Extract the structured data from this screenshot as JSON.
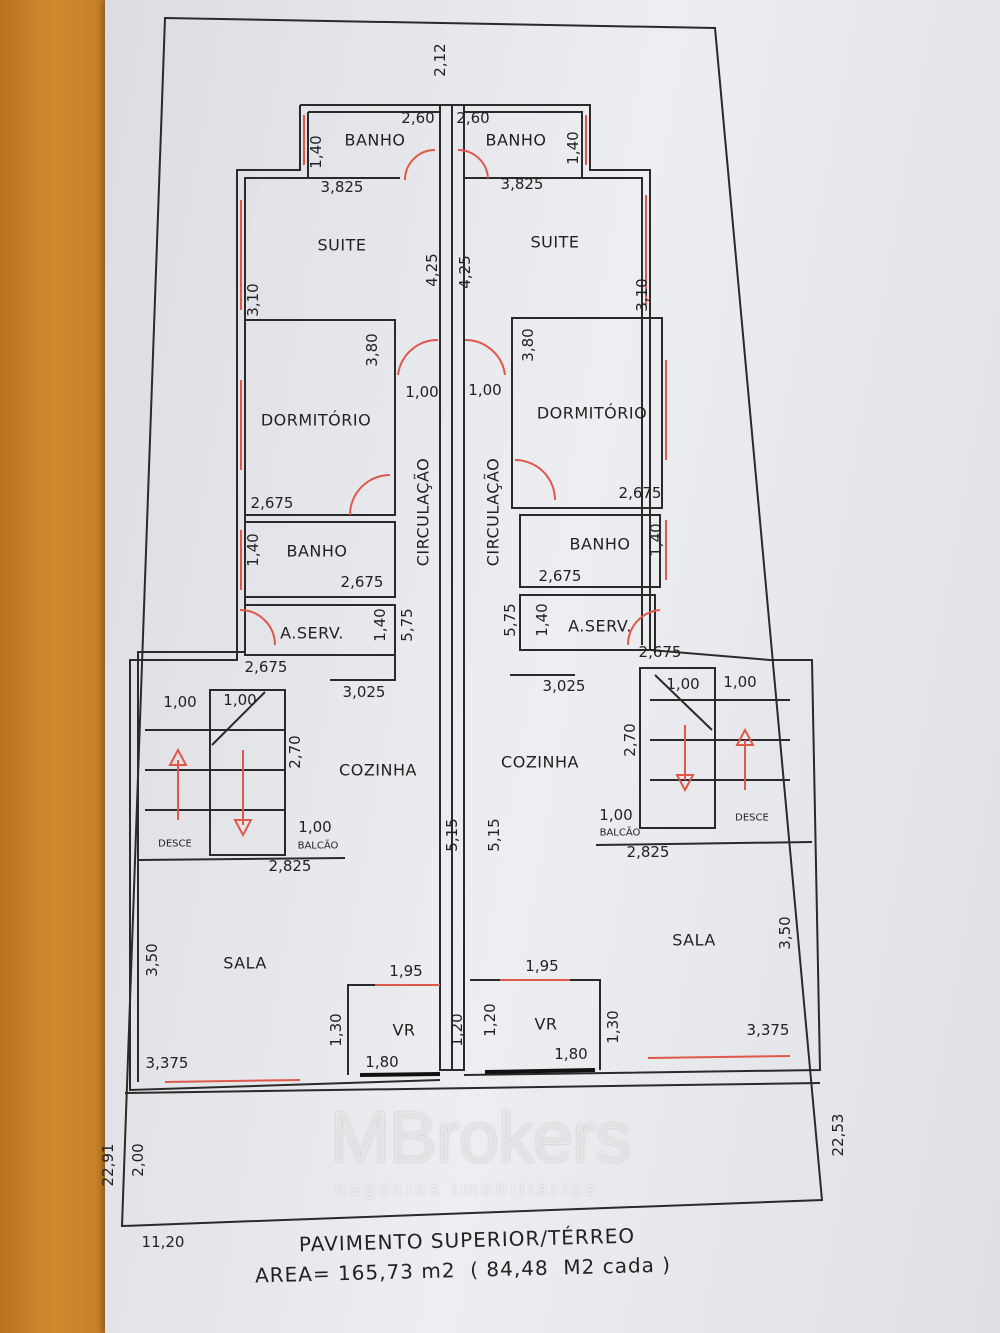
{
  "plan": {
    "top": "2,12",
    "left": {
      "banho_top": "BANHO",
      "w260": "2,60",
      "h140a": "1,40",
      "w3825": "3,825",
      "suite": "SUITE",
      "h425": "4,25",
      "h310": "3,10",
      "h380": "3,80",
      "w100": "1,00",
      "dorm": "DORMITÓRIO",
      "w2675a": "2,675",
      "circ": "CIRCULAÇÃO",
      "h140b": "1,40",
      "banho": "BANHO",
      "w2675b": "2,675",
      "h140c": "1,40",
      "h575": "5,75",
      "aserv": "A.SERV.",
      "w2675c": "2,675",
      "w3025": "3,025",
      "s100a": "1,00",
      "s100b": "1,00",
      "h270": "2,70",
      "cozinha": "COZINHA",
      "b100": "1,00",
      "balcao": "BALCÃO",
      "desce": "DESCE",
      "w2825": "2,825",
      "h515": "5,15",
      "h350": "3,50",
      "sala": "SALA",
      "w195": "1,95",
      "h120": "1,20",
      "h130": "1,30",
      "vr": "VR",
      "w3375": "3,375",
      "w180": "1,80",
      "h2291": "22,91",
      "h200": "2,00",
      "w1120": "11,20"
    },
    "right": {
      "banho_top": "BANHO",
      "w260": "2,60",
      "h140a": "1,40",
      "w3825": "3,825",
      "suite": "SUITE",
      "h425": "4,25",
      "h310": "3,10",
      "h380": "3,80",
      "w100": "1,00",
      "dorm": "DORMITÓRIO",
      "w2675a": "2,675",
      "circ": "CIRCULAÇÃO",
      "h140b": "1,40",
      "banho": "BANHO",
      "w2675b": "2,675",
      "h140c": "1,40",
      "h575": "5,75",
      "aserv": "A.SERV.",
      "w2675c": "2,675",
      "w3025": "3,025",
      "s100a": "1,00",
      "s100b": "1,00",
      "h270": "2,70",
      "cozinha": "COZINHA",
      "b100": "1,00",
      "balcao": "BALCÃO",
      "desce": "DESCE",
      "w2825": "2,825",
      "h515": "5,15",
      "h350": "3,50",
      "sala": "SALA",
      "w195": "1,95",
      "h120": "1,20",
      "h130": "1,30",
      "vr": "VR",
      "w3375": "3,375",
      "w180": "1,80",
      "h2253": "22,53"
    },
    "title": "PAVIMENTO SUPERIOR/TÉRREO",
    "area": "AREA= 165,73 m2  ( 84,48  M2 cada )"
  },
  "watermark": {
    "brand": "MBrokers",
    "tagline": "negócios imobiliários"
  },
  "colors": {
    "wall": "#2a2a2a",
    "window": "#e0584a"
  }
}
